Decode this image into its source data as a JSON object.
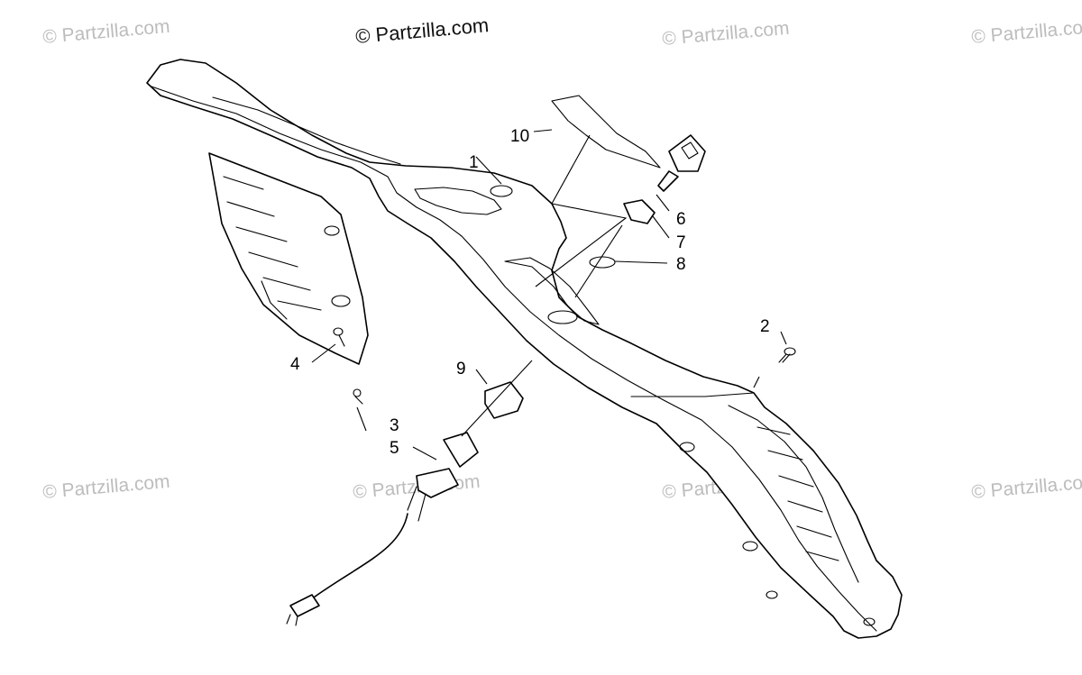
{
  "diagram": {
    "copyright": "© Partzilla.com",
    "watermarks": [
      "© Partzilla.com",
      "© Partzilla.com",
      "© Partzilla.com",
      "© Partzilla.com",
      "© Partzilla.com",
      "© Partzilla.com",
      "© Partzilla.com"
    ],
    "callouts": [
      "10",
      "1",
      "6",
      "7",
      "8",
      "2",
      "4",
      "9",
      "3",
      "5"
    ]
  }
}
